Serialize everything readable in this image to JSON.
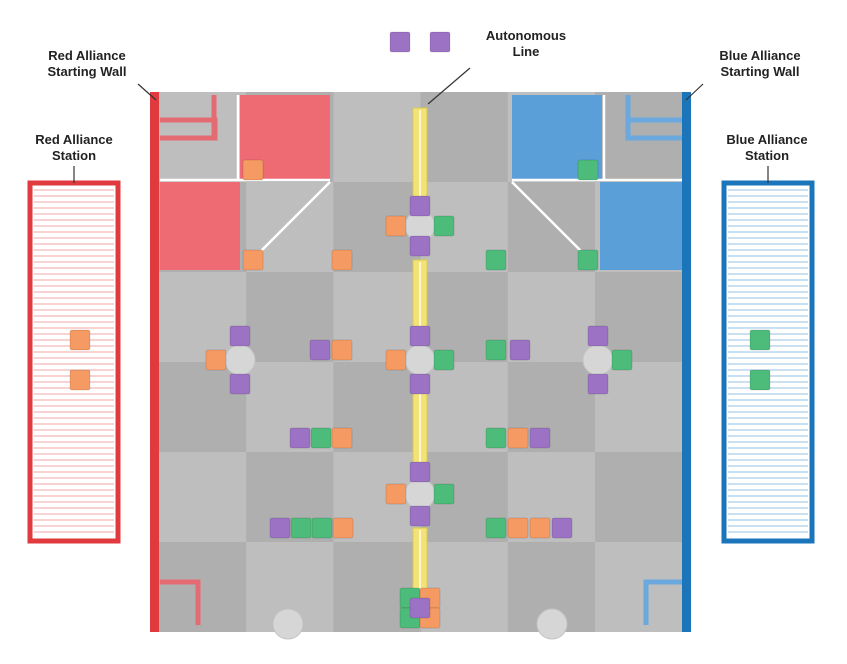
{
  "labels": {
    "red_wall": [
      "Red Alliance",
      "Starting Wall"
    ],
    "red_station": [
      "Red Alliance",
      "Station"
    ],
    "blue_wall": [
      "Blue Alliance",
      "Starting Wall"
    ],
    "blue_station": [
      "Blue Alliance",
      "Station"
    ],
    "autonomous_line": [
      "Autonomous",
      "Line"
    ]
  },
  "colors": {
    "red": "#e03a3e",
    "red_zone": "#ee6b73",
    "blue": "#1b75bb",
    "blue_zone": "#5b9fd8",
    "field": "#b5b5b5",
    "tile_dark": "#a9a9a9",
    "tile_light": "#c4c4c4",
    "orange_cube": "#f59a62",
    "green_cube": "#4dbb79",
    "purple_cube": "#9b72c4",
    "line_yellow": "#f3e27a",
    "circle": "#d6d6d6"
  },
  "legend_cubes": [
    "purple",
    "purple"
  ],
  "station_cubes": {
    "red": [
      "orange",
      "orange"
    ],
    "blue": [
      "green",
      "green"
    ]
  }
}
